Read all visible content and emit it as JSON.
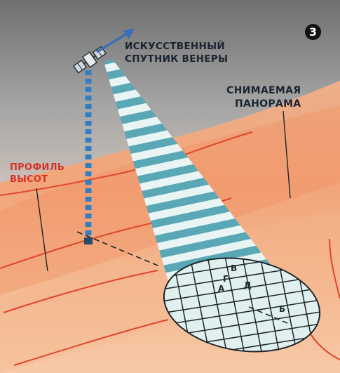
{
  "figure_number": "3",
  "labels": {
    "satellite_line1": "ИСКУССТВЕННЫЙ",
    "satellite_line2": "СПУТНИК ВЕНЕРЫ",
    "panorama_line1": "СНИМАЕМАЯ",
    "panorama_line2": "ПАНОРАМА",
    "profile_line1": "ПРОФИЛЬ",
    "profile_line2": "ВЫСОТ"
  },
  "grid_letters": {
    "v": "В",
    "g": "Г",
    "a": "А",
    "d": "Д",
    "b": "Б"
  },
  "colors": {
    "sky": "#8a8a8a",
    "terrain": "#f0ab7f",
    "ridge_lines": "#e0462c",
    "beam_stripe": "#5aa7b5",
    "profile_beam": "#2f7fc2",
    "label_text": "#1b2430",
    "profile_text": "#d8322a",
    "grid": "#1e2528"
  },
  "icons": [
    "satellite-icon",
    "direction-arrow-icon"
  ]
}
